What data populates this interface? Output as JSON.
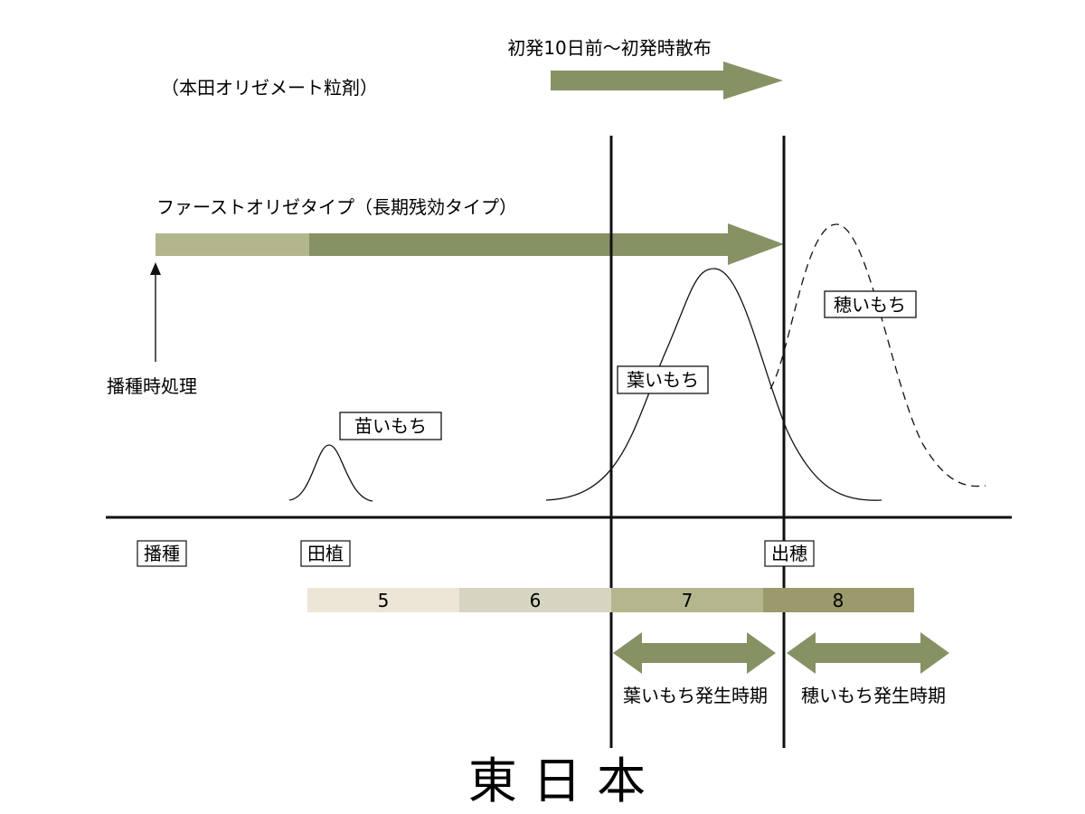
{
  "text": {
    "spray_caption": "初発10日前〜初発時散布",
    "product_name": "（本田オリゼメート粒剤）",
    "long_type_label": "ファーストオリゼタイプ（長期残効タイプ）",
    "seed_treatment": "播種時処理",
    "nae_imochi": "苗いもち",
    "ha_imochi": "葉いもち",
    "ho_imochi": "穂いもち",
    "stage_seeding": "播種",
    "stage_transplant": "田植",
    "stage_heading": "出穂",
    "ha_period": "葉いもち発生時期",
    "ho_period": "穂いもち発生時期",
    "region_title": "東 日 本"
  },
  "months": [
    "5",
    "6",
    "7",
    "8"
  ],
  "colors": {
    "arrow_dark": "#869264",
    "arrow_light": "#b3b58d",
    "month_5": "#ede5d6",
    "month_6": "#d5d5c1",
    "month_7": "#b4b78e",
    "month_8": "#9c9a6c",
    "line": "#111111"
  },
  "icons": {
    "upward_arrow": "arrow-up-icon",
    "double_arrow": "double-arrow-icon",
    "right_arrow": "arrow-right-icon"
  }
}
